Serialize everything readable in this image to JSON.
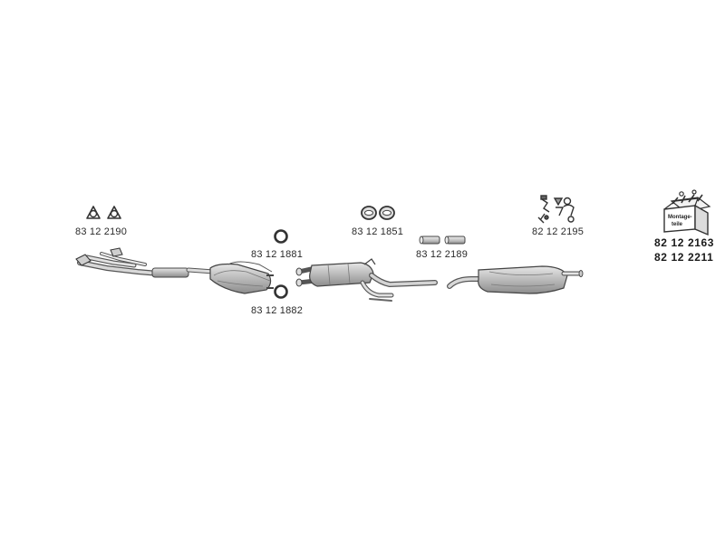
{
  "parts": {
    "flange_gaskets": "83 12 2190",
    "ring_gasket_upper": "83 12 1881",
    "ring_gasket_lower": "83 12 1882",
    "flange_pair": "83 12 1851",
    "clamp_sleeves": "83 12 2189",
    "hangers": "82 12 2195",
    "mounting_kit_a": "82 12 2163",
    "mounting_kit_b": "82 12 2211"
  },
  "mounting_box_label_line1": "Montage-",
  "mounting_box_label_line2": "teile"
}
